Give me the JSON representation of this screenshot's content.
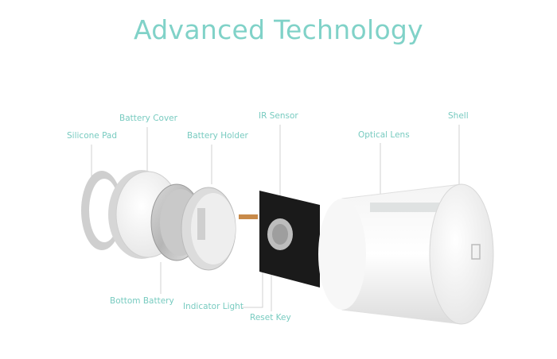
{
  "title": "Advanced Technology",
  "labels": {
    "silicone_pad": "Silicone Pad",
    "battery_cover": "Battery Cover",
    "battery_holder": "Battery Holder",
    "ir_sensor": "IR Sensor",
    "optical_lens": "Optical Lens",
    "shell": "Shell",
    "bottom_battery": "Bottom Battery",
    "indicator_light": "Indicator Light",
    "reset_key": "Reset Key"
  },
  "colors": {
    "accent": "#80d2c8",
    "leader_line": "#d0d0d0"
  }
}
